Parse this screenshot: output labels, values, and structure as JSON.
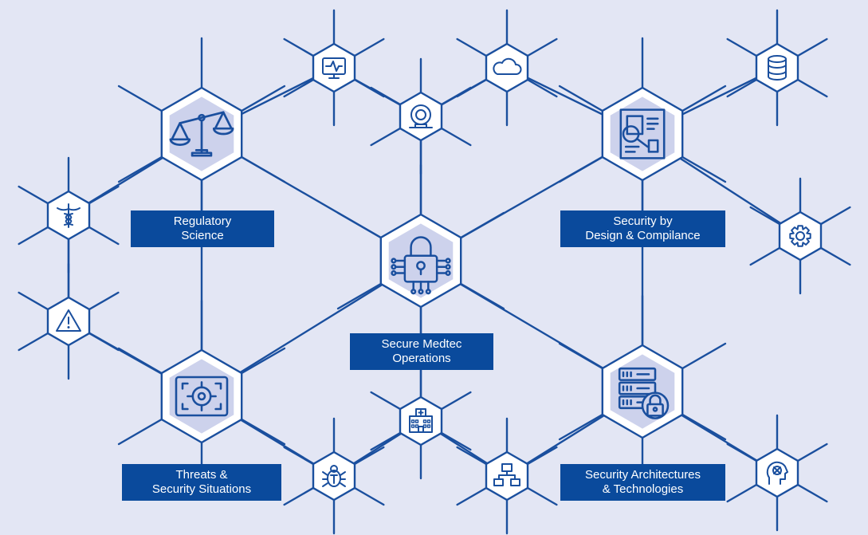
{
  "colors": {
    "background": "#e3e6f4",
    "line": "#1a4f9e",
    "hex_fill": "#ffffff",
    "hex_inner": "#cdd2ec",
    "label_bg": "#0a4a9c",
    "label_text": "#ffffff"
  },
  "hubs": [
    {
      "id": "regulatory-science",
      "icon": "scales-icon",
      "label_lines": [
        "Regulatory",
        "Science"
      ]
    },
    {
      "id": "security-by-design",
      "icon": "document-search-icon",
      "label_lines": [
        "Security by",
        "Design & Compilance"
      ]
    },
    {
      "id": "secure-medtec-operations",
      "icon": "circuit-lock-icon",
      "label_lines": [
        "Secure Medtec",
        "Operations"
      ]
    },
    {
      "id": "threats-security-situations",
      "icon": "target-icon",
      "label_lines": [
        "Threats &",
        "Security Situations"
      ]
    },
    {
      "id": "security-architectures",
      "icon": "server-lock-icon",
      "label_lines": [
        "Security Architectures",
        "& Technologies"
      ]
    }
  ],
  "small_nodes": [
    {
      "id": "monitor",
      "icon": "heart-monitor-icon"
    },
    {
      "id": "cloud",
      "icon": "cloud-icon"
    },
    {
      "id": "mri",
      "icon": "mri-scanner-icon"
    },
    {
      "id": "database",
      "icon": "database-icon"
    },
    {
      "id": "caduceus",
      "icon": "caduceus-icon"
    },
    {
      "id": "gear",
      "icon": "gear-icon"
    },
    {
      "id": "warning",
      "icon": "warning-icon"
    },
    {
      "id": "hospital",
      "icon": "hospital-icon"
    },
    {
      "id": "bug",
      "icon": "bug-icon"
    },
    {
      "id": "network",
      "icon": "network-icon"
    },
    {
      "id": "ai-head",
      "icon": "ai-head-icon"
    }
  ]
}
